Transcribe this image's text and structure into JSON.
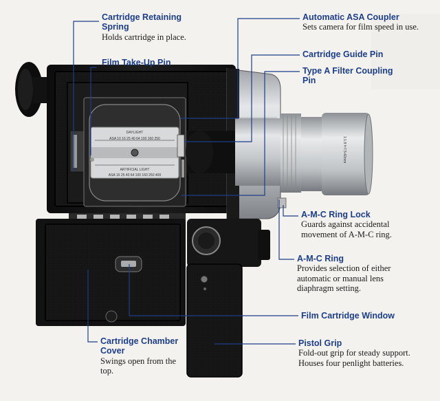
{
  "colors": {
    "accent": "#1c3e8a",
    "leader": "#1c3e8a",
    "body_text": "#1a1a1a",
    "camera_body": "#141414",
    "chrome": "#c9cbcd"
  },
  "callouts": {
    "cartridge_retaining_spring": {
      "title": "Cartridge Retaining Spring",
      "desc": "Holds cartridge in place."
    },
    "film_takeup_pin": {
      "title": "Film Take-Up Pin",
      "desc": ""
    },
    "automatic_asa_coupler": {
      "title": "Automatic ASA Coupler",
      "desc": "Sets camera for film speed in use."
    },
    "cartridge_guide_pin": {
      "title": "Cartridge Guide Pin",
      "desc": ""
    },
    "type_a_filter_pin": {
      "title": "Type A Filter Coupling Pin",
      "desc": ""
    },
    "amc_ring_lock": {
      "title": "A-M-C Ring Lock",
      "desc": "Guards against accidental movement of A-M-C ring."
    },
    "amc_ring": {
      "title": "A-M-C Ring",
      "desc": "Provides selection of either automatic or manual lens diaphragm setting."
    },
    "film_cartridge_window": {
      "title": "Film Cartridge Window",
      "desc": ""
    },
    "pistol_grip": {
      "title": "Pistol Grip",
      "desc": "Fold-out grip for steady support. Houses four penlight batteries."
    },
    "cartridge_chamber_cover": {
      "title": "Cartridge Chamber Cover",
      "desc": "Swings open from the top."
    }
  },
  "camera": {
    "plate_top_label": "DAYLIGHT",
    "plate_bottom_label": "ARTIFICIAL LIGHT",
    "asa_scale_top": "ASA  10  16  25  40  64  100  160  250",
    "asa_scale_bottom": "ASA  16  25  40  64  100  160  250  400",
    "lens_engraving": "1:1.8 f=7.5-60mm"
  }
}
